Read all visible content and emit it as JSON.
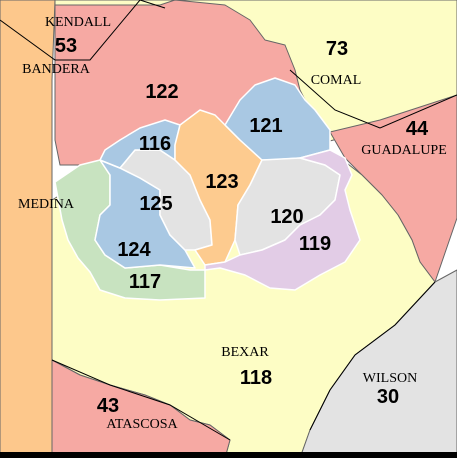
{
  "colors": {
    "district_53": "#fdc88c",
    "district_73": "#fdfdc5",
    "district_122": "#f6a9a3",
    "district_44": "#f6a9a3",
    "district_43": "#f6a9a3",
    "district_30": "#e3e3e3",
    "district_118": "#fdfdc5",
    "district_121": "#a9c8e3",
    "district_116": "#a9c8e3",
    "district_124": "#a9c8e3",
    "district_123": "#fdcb8f",
    "district_125": "#e3e3e3",
    "district_120": "#e3e3e3",
    "district_119": "#e2cce6",
    "district_117": "#c8e3c0"
  },
  "districts": {
    "d53": "53",
    "d73": "73",
    "d122": "122",
    "d116": "116",
    "d121": "121",
    "d44": "44",
    "d123": "123",
    "d125": "125",
    "d120": "120",
    "d119": "119",
    "d124": "124",
    "d117": "117",
    "d118": "118",
    "d43": "43",
    "d30": "30"
  },
  "counties": {
    "kendall": "KENDALL",
    "bandera": "BANDERA",
    "comal": "COMAL",
    "guadalupe": "GUADALUPE",
    "medina": "MEDINA",
    "bexar": "BEXAR",
    "wilson": "WILSON",
    "atascosa": "ATASCOSA"
  }
}
